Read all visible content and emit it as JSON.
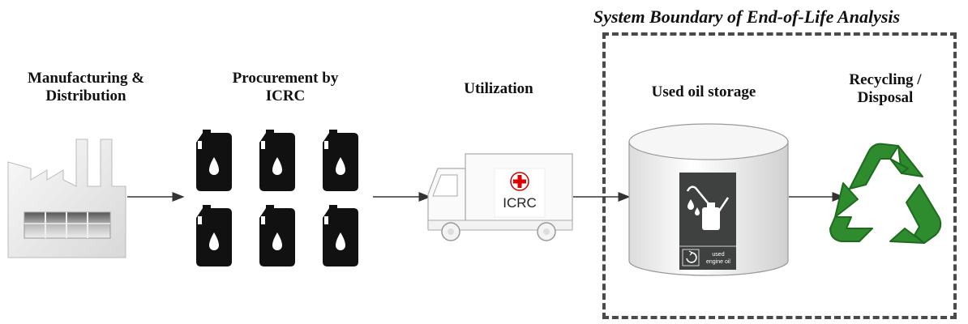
{
  "stages": {
    "manufacturing": "Manufacturing &\nDistribution",
    "procurement": "Procurement by\nICRC",
    "utilization": "Utilization",
    "storage": "Used oil storage",
    "recycling": "Recycling /\nDisposal"
  },
  "boundary": {
    "title": "System Boundary of End-of-Life Analysis"
  },
  "truck": {
    "label": "ICRC"
  },
  "storage_sign": {
    "caption_line1": "used",
    "caption_line2": "engine oil"
  },
  "icons": {
    "factory": "factory-icon",
    "canisters": "oil-canister-icon",
    "truck": "truck-icon",
    "storage": "storage-tank-icon",
    "recycle": "recycle-icon"
  },
  "colors": {
    "recycle_green": "#2e8b2e",
    "canister": "#111111",
    "arrow": "#333333"
  }
}
